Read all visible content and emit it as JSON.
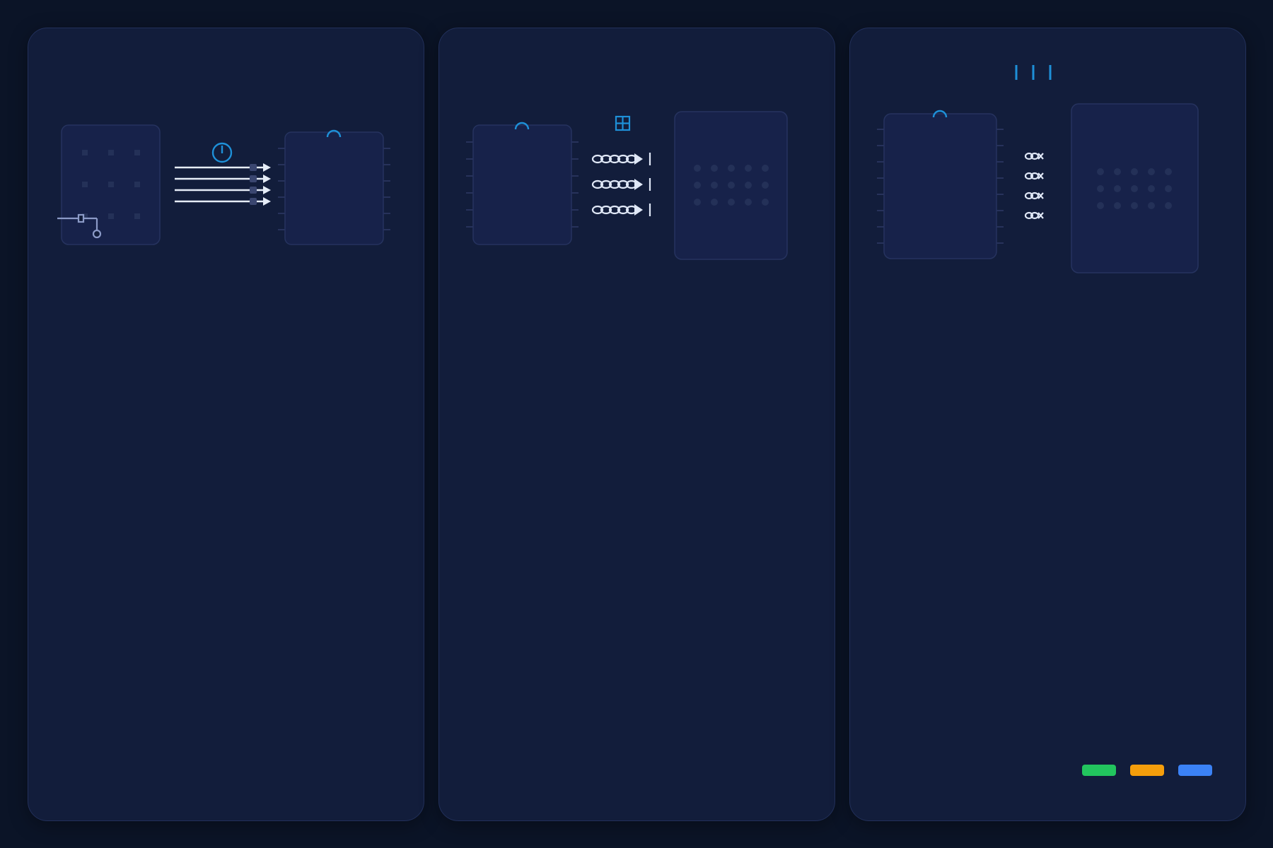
{
  "colors": {
    "background": "#0b1427",
    "panel": "#121d3b",
    "chip": "#17224a",
    "accent": "#1e90d8",
    "wire": "#e6edf8",
    "pin": "#3a4670",
    "dot": "#243158"
  },
  "panels": [
    {
      "id": "panel-a",
      "icons": [
        "keypad-chip-icon",
        "clock-icon",
        "parallel-bus-icon",
        "ic-chip-icon",
        "cable-connector-icon"
      ],
      "bus_line_count": 4
    },
    {
      "id": "panel-b",
      "icons": [
        "ic-chip-icon",
        "grid-icon",
        "chain-link-icon",
        "dotted-matrix-chip-icon"
      ],
      "link_row_count": 3
    },
    {
      "id": "panel-c",
      "icons": [
        "signal-bars-icon",
        "ic-chip-icon",
        "link-icon",
        "dotted-matrix-chip-icon"
      ],
      "link_count": 4
    }
  ],
  "legend": {
    "swatches": [
      {
        "name": "green-swatch",
        "color": "#22c55e"
      },
      {
        "name": "orange-swatch",
        "color": "#f59e0b"
      },
      {
        "name": "blue-swatch",
        "color": "#3b82f6"
      }
    ]
  }
}
